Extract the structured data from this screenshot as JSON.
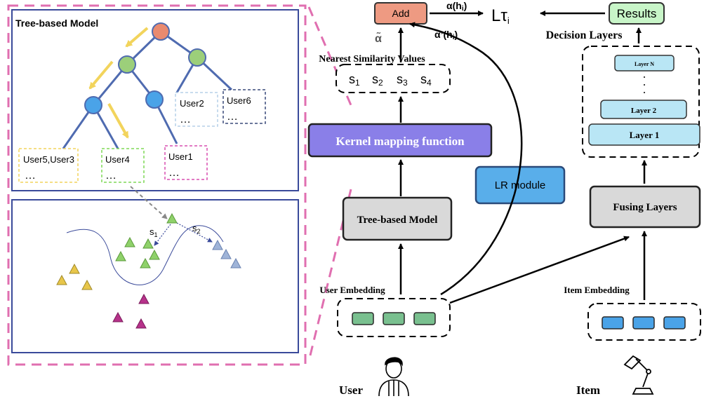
{
  "tree_panel": {
    "title": "Tree-based Model",
    "leaf_boxes": [
      {
        "label": "User5,User3",
        "dots": "…",
        "color": "#f2d45c"
      },
      {
        "label": "User4",
        "dots": "…",
        "color": "#7ed957"
      },
      {
        "label": "User1",
        "dots": "…",
        "color": "#d94fb0"
      },
      {
        "label": "User2",
        "dots": "…",
        "color": "#b5d0e8"
      },
      {
        "label": "User6",
        "dots": "…",
        "color": "#3a4a7a"
      }
    ],
    "node_colors": {
      "root": "#e98a6f",
      "inner": "#9ccf7a",
      "blue": "#4aa3e8",
      "edge": "#4f6bb0",
      "path": "#f2d45c"
    }
  },
  "embedding_panel": {
    "s1": "s",
    "s1_sub": "1",
    "s2": "s",
    "s2_sub": "2",
    "colors": {
      "green": "#8fd16a",
      "yellow": "#e8c64a",
      "blue": "#9fb4d8",
      "magenta": "#b6328a"
    }
  },
  "pipeline": {
    "add_label": "Add",
    "alpha_tilde": "α̃",
    "alpha_h": "α(h",
    "alpha_h_sub": "i",
    "alpha_h_close": ")",
    "alpha_prime": "α’(h",
    "alpha_prime_sub": "i",
    "alpha_prime_close": ")",
    "loss": "Lτ",
    "loss_sub": "i",
    "nearest_title": "Nearest Similarity Values",
    "sims": [
      "s",
      "s",
      "s",
      "s"
    ],
    "sims_sub": [
      "1",
      "2",
      "3",
      "4"
    ],
    "kernel_label": "Kernel mapping function",
    "lr_label": "LR module",
    "tree_model_label": "Tree-based Model",
    "user_emb_label": "User Embedding",
    "user_label": "User",
    "results_label": "Results",
    "decision_title": "Decision Layers",
    "layer_n": "Layer N",
    "layer_2": "Layer 2",
    "layer_1": "Layer 1",
    "fusing_label": "Fusing Layers",
    "item_emb_label": "Item Embedding",
    "item_label": "Item",
    "colors": {
      "add": "#ee9a82",
      "kernel": "#8a7fe8",
      "lr": "#59aeea",
      "grey": "#d9d9d9",
      "results": "#c8f5c8",
      "layer": "#b9e6f5",
      "emb_green": "#79c08f",
      "emb_blue": "#4aa3e8",
      "dashed_pink": "#e06fb0"
    }
  }
}
